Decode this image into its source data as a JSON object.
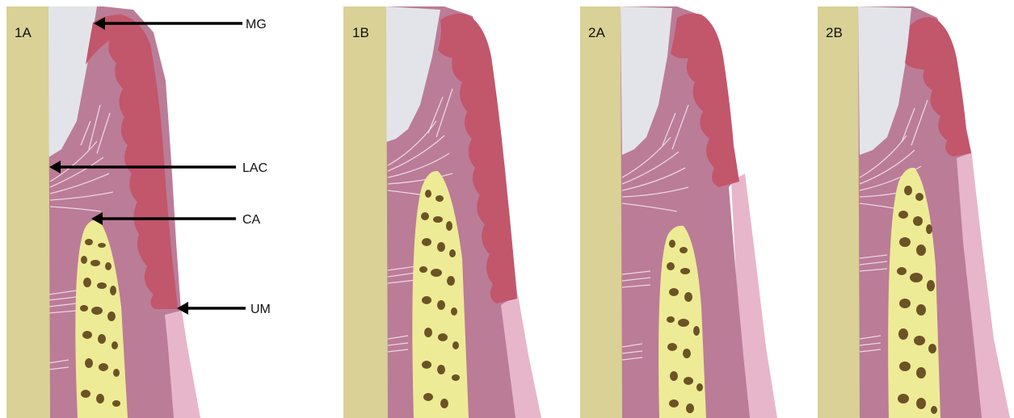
{
  "panels": [
    {
      "id": "panel-1a",
      "label": "1A"
    },
    {
      "id": "panel-1b",
      "label": "1B"
    },
    {
      "id": "panel-2a",
      "label": "2A"
    },
    {
      "id": "panel-2b",
      "label": "2B"
    }
  ],
  "annotations": [
    {
      "id": "mg",
      "label": "MG"
    },
    {
      "id": "lac",
      "label": "LAC"
    },
    {
      "id": "ca",
      "label": "CA"
    },
    {
      "id": "um",
      "label": "UM"
    }
  ],
  "colors": {
    "background": "#ffffff",
    "tooth_root": "#d9d196",
    "enamel": "#e3e4ea",
    "gingiva_connective": "#bb7c97",
    "pocket_epithelium": "#c2566b",
    "lamina_propria_light": "#e7b6cb",
    "alveolar_bone": "#eeeb96",
    "bone_pores": "#6b5326",
    "fibers": "#f2e6ee"
  }
}
